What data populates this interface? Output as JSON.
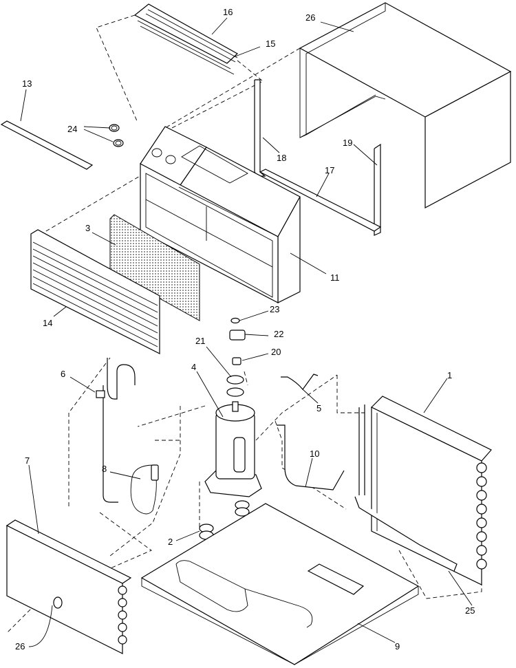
{
  "callouts": [
    {
      "id": "16",
      "text": "16"
    },
    {
      "id": "15",
      "text": "15"
    },
    {
      "id": "26-top",
      "text": "26"
    },
    {
      "id": "13",
      "text": "13"
    },
    {
      "id": "24",
      "text": "24"
    },
    {
      "id": "18",
      "text": "18"
    },
    {
      "id": "19",
      "text": "19"
    },
    {
      "id": "17",
      "text": "17"
    },
    {
      "id": "3",
      "text": "3"
    },
    {
      "id": "11",
      "text": "11"
    },
    {
      "id": "14",
      "text": "14"
    },
    {
      "id": "23",
      "text": "23"
    },
    {
      "id": "22",
      "text": "22"
    },
    {
      "id": "21",
      "text": "21"
    },
    {
      "id": "20",
      "text": "20"
    },
    {
      "id": "6",
      "text": "6"
    },
    {
      "id": "4",
      "text": "4"
    },
    {
      "id": "5",
      "text": "5"
    },
    {
      "id": "1",
      "text": "1"
    },
    {
      "id": "10",
      "text": "10"
    },
    {
      "id": "7",
      "text": "7"
    },
    {
      "id": "8",
      "text": "8"
    },
    {
      "id": "2",
      "text": "2"
    },
    {
      "id": "25",
      "text": "25"
    },
    {
      "id": "26-bottom",
      "text": "26"
    },
    {
      "id": "9",
      "text": "9"
    }
  ]
}
